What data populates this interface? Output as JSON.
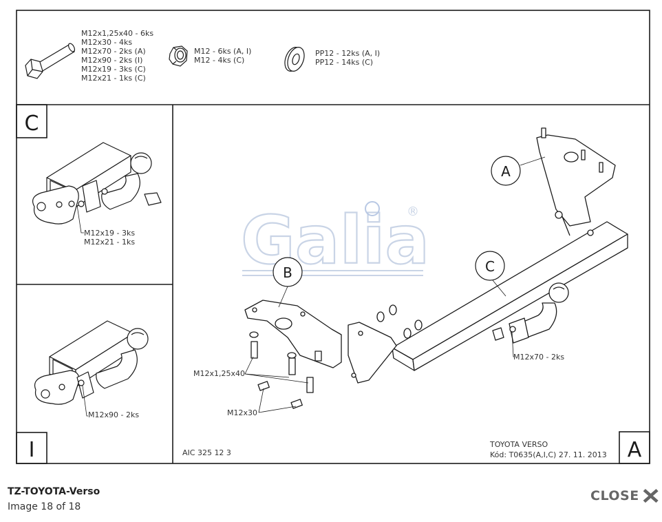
{
  "caption": {
    "title": "TZ-TOYOTA-Verso",
    "image_counter": "Image 18 of 18"
  },
  "close": {
    "label": "CLOSE"
  },
  "drawing": {
    "parts_list": {
      "bolts": [
        "M12x1,25x40 - 6ks",
        "M12x30 - 4ks",
        "M12x70 - 2ks (A)",
        "M12x90 - 2ks (I)",
        "M12x19 - 3ks (C)",
        "M12x21 - 1ks (C)"
      ],
      "nuts": [
        "M12 - 6ks (A, I)",
        "M12 - 4ks (C)"
      ],
      "washers": [
        "PP12 - 12ks (A, I)",
        "PP12 - 14ks (C)"
      ]
    },
    "panel_c": {
      "letter": "C",
      "labels": [
        "M12x19 - 3ks",
        "M12x21 - 1ks"
      ]
    },
    "panel_i": {
      "letter": "I",
      "labels": [
        "M12x90 - 2ks"
      ]
    },
    "main": {
      "letter": "A",
      "callouts": {
        "a": "A",
        "b": "B",
        "c": "C"
      },
      "label_bolts_long": "M12x1,25x40",
      "label_bolts_short": "M12x30",
      "label_ball_bolts": "M12x70 - 2ks",
      "drawing_code": "AIC 325 12 3",
      "vehicle": "TOYOTA VERSO",
      "code_line": "Kód: T0635(A,I,C)  27. 11. 2013"
    },
    "watermark": {
      "text": "Galia",
      "registered": "®"
    }
  },
  "colors": {
    "line": "#1a1a1a",
    "watermark": "#c9d4e6",
    "close": "#666666"
  }
}
